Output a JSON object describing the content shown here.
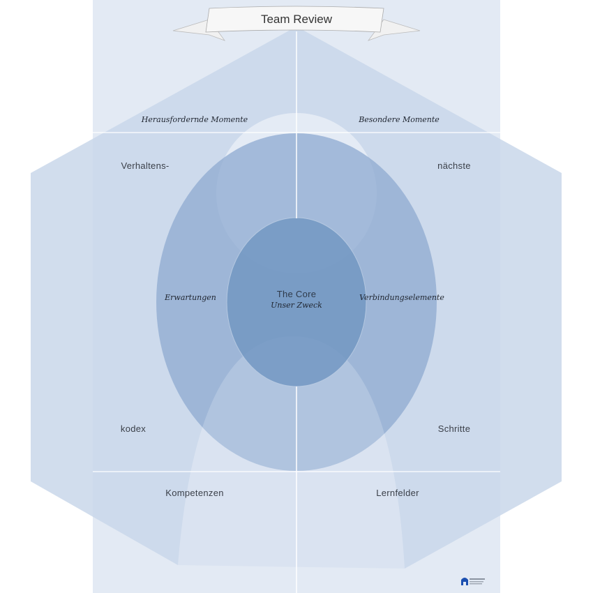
{
  "title": "Team Review",
  "sections": {
    "challenging_moments": "Herausfordernde Momente",
    "special_moments": "Besondere Momente",
    "expectations": "Erwartungen",
    "connecting_elements": "Verbindungselemente",
    "competencies": "Kompetenzen",
    "learning_fields": "Lernfelder"
  },
  "corners": {
    "top_left": "Verhaltens-",
    "bottom_left": "kodex",
    "top_right": "nächste",
    "bottom_right": "Schritte"
  },
  "core": {
    "title": "The Core",
    "subtitle": "Unser Zweck"
  },
  "colors": {
    "panel": "#e3eaf4",
    "hexagon": "#ccd9ea",
    "outer_ellipse": "#9db6d6",
    "inner_ellipse": "#7b9dc5"
  }
}
